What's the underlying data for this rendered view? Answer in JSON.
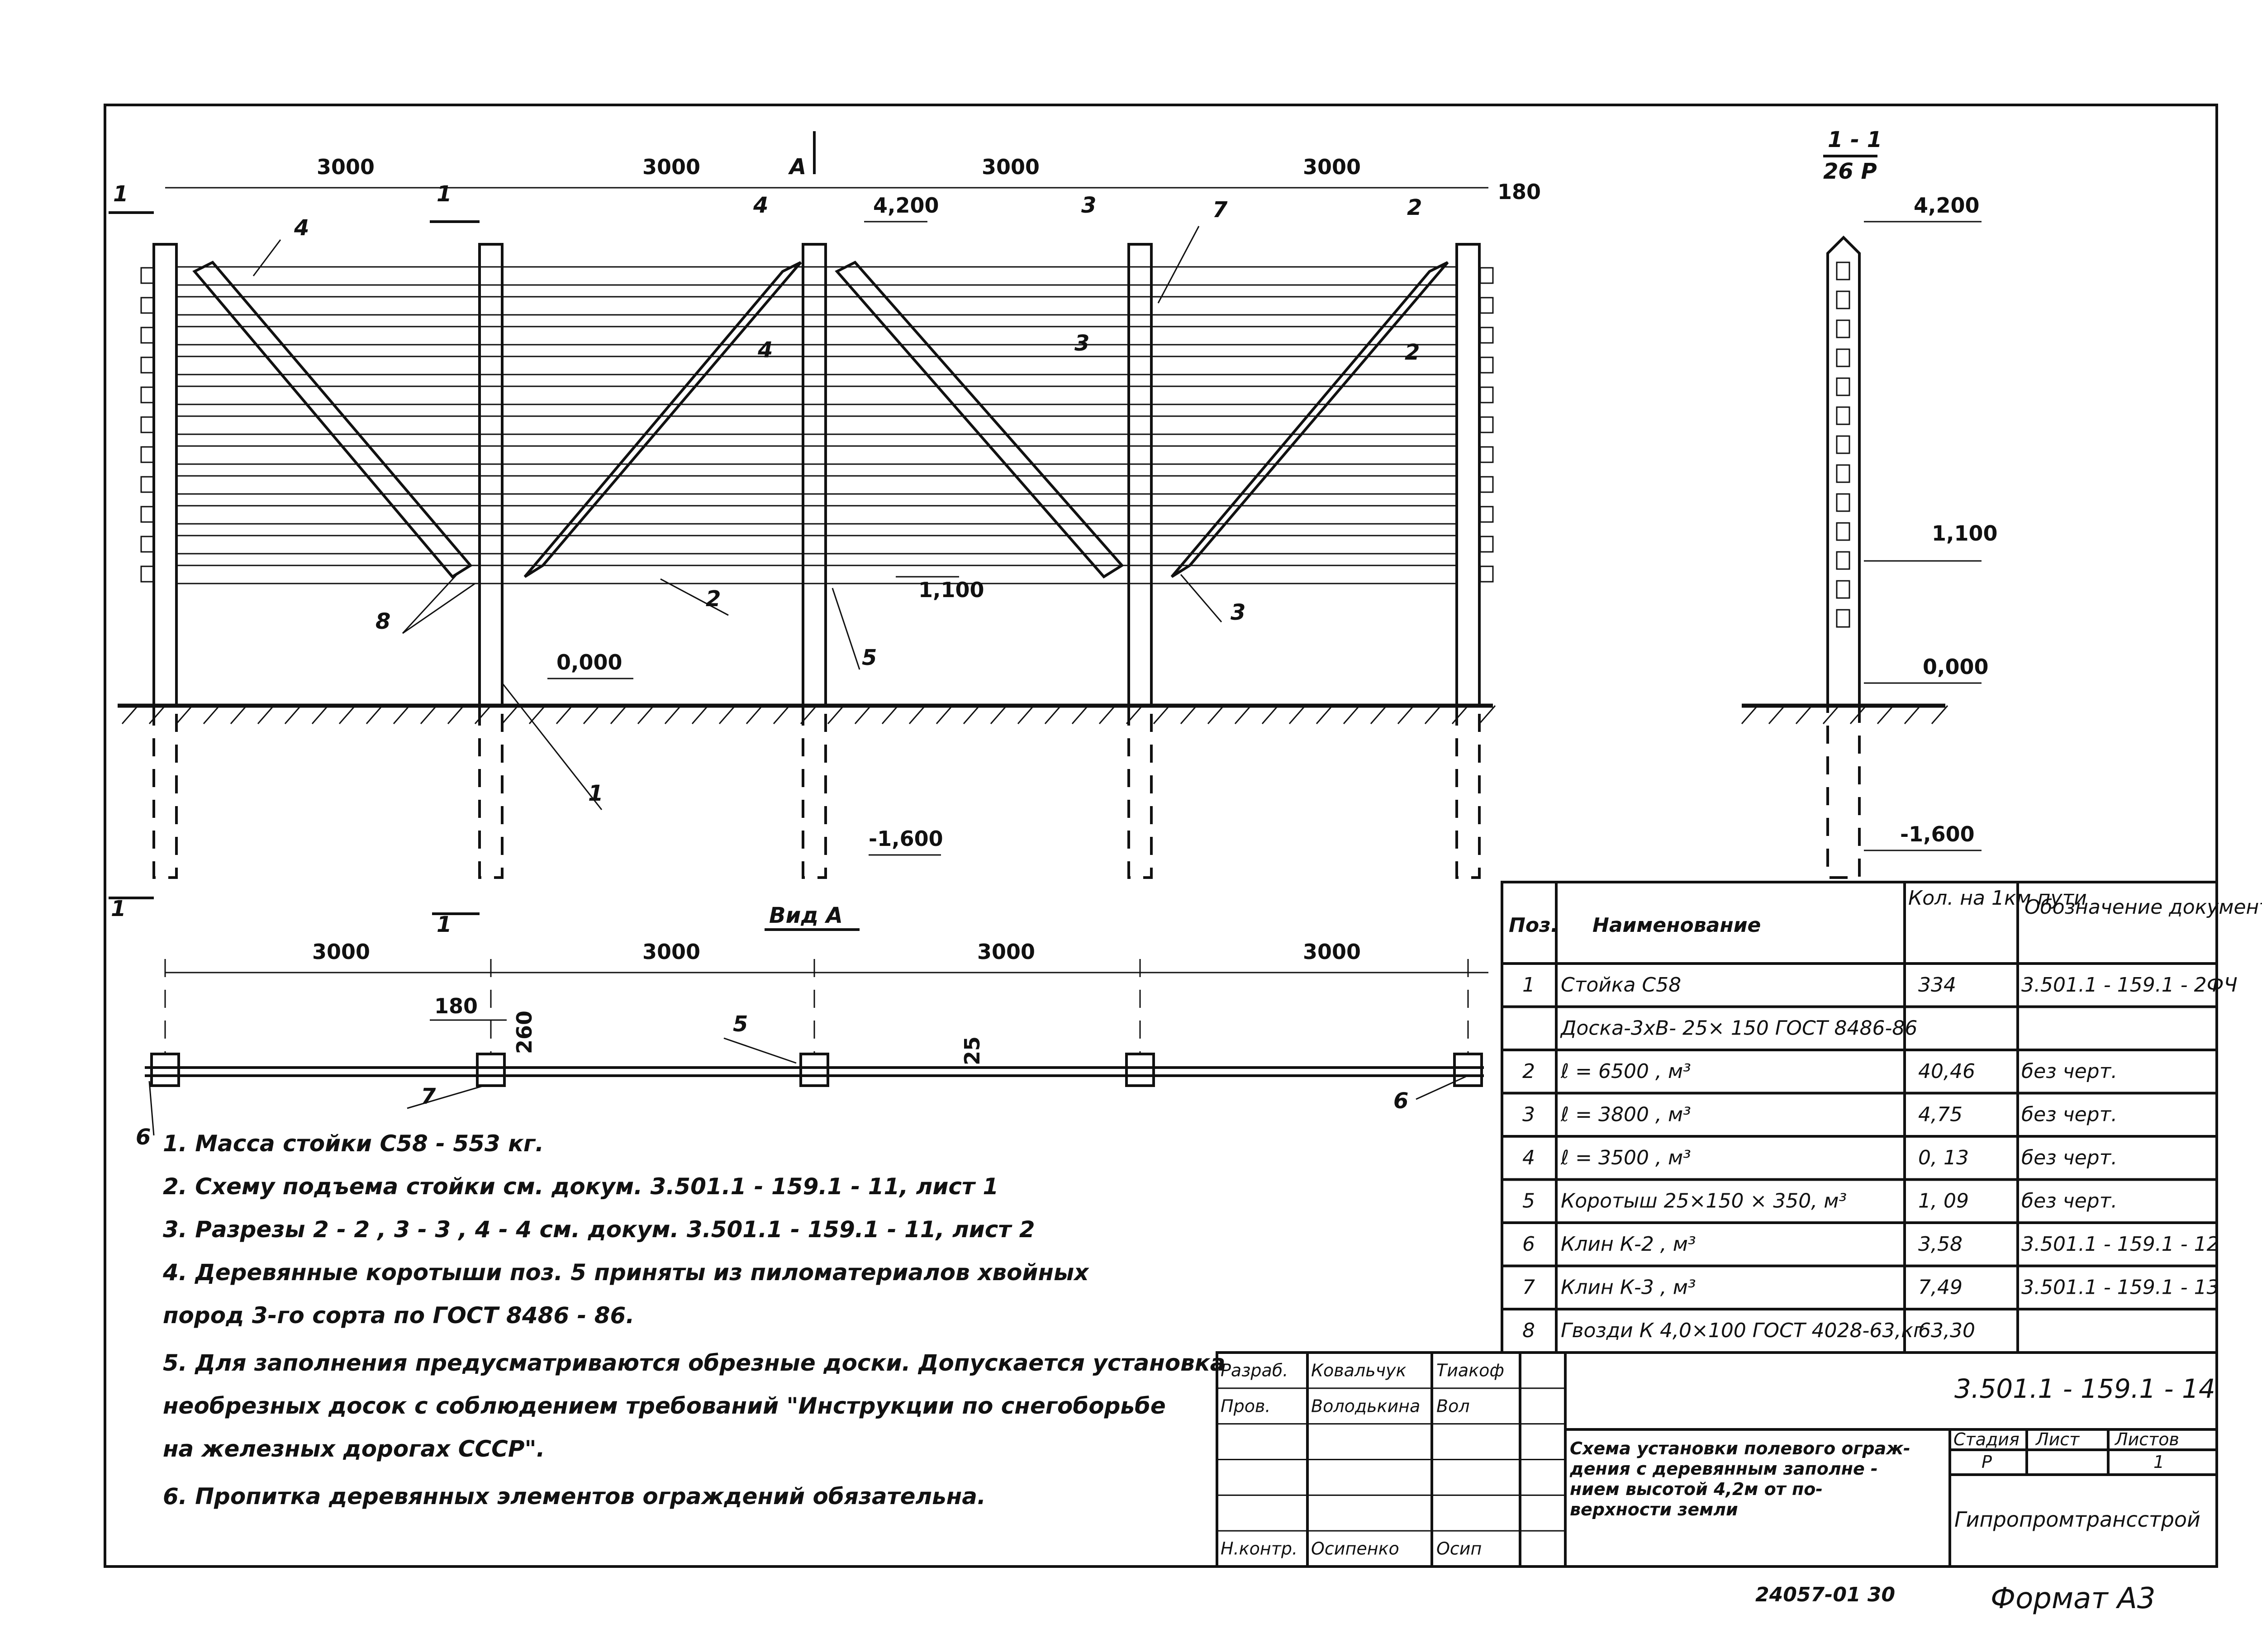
{
  "elevation": {
    "spans": [
      "3000",
      "3000",
      "3000",
      "3000"
    ],
    "end_dim": "180",
    "view_mark": "А",
    "levels": {
      "top": "4,200",
      "mid": "1,100",
      "ground": "0,000",
      "bottom": "-1,600"
    },
    "section_marks": [
      "1",
      "1",
      "4",
      "4",
      "3",
      "3",
      "2",
      "2",
      "1",
      "1"
    ],
    "positions": [
      "4",
      "7",
      "2",
      "8",
      "5",
      "3",
      "1"
    ]
  },
  "section": {
    "title": "1 - 1",
    "scale": "26 Р",
    "levels": {
      "top": "4,200",
      "mid": "1,100",
      "ground": "0,000",
      "bottom": "-1,600"
    }
  },
  "plan": {
    "title": "Вид А",
    "spans": [
      "3000",
      "3000",
      "3000",
      "3000"
    ],
    "dims": [
      "180",
      "260",
      "25"
    ],
    "positions": [
      "5",
      "7",
      "6",
      "6"
    ]
  },
  "notes": [
    "1. Масса стойки  С58 - 553 кг.",
    "2. Схему подъема стойки см. докум. 3.501.1 - 159.1 - 11,  лист 1",
    "3. Разрезы  2 - 2 ,  3 - 3 ,  4 - 4  см. докум. 3.501.1 - 159.1 - 11,  лист 2",
    "4. Деревянные коротыши  поз. 5  приняты из пиломатериалов хвойных",
    "    пород 3-го  сорта  по  ГОСТ  8486 - 86.",
    "5. Для заполнения предусматриваются обрезные доски. Допускается установка",
    "    необрезных досок с соблюдением требований \"Инструкции по снегоборьбе",
    "    на железных дорогах СССР\".",
    "6. Пропитка деревянных элементов ограждений обязательна."
  ],
  "spec_table": {
    "headers": [
      "Поз.",
      "Наименование",
      "Кол. на 1км пути",
      "Обозначение документа"
    ],
    "rows": [
      {
        "pos": "1",
        "name": "Стойка           С58",
        "qty": "334",
        "doc": "3.501.1 - 159.1 - 2ФЧ"
      },
      {
        "pos": "",
        "name": "Доска-3хВ- 25× 150  ГОСТ 8486-86",
        "qty": "",
        "doc": ""
      },
      {
        "pos": "2",
        "name": "ℓ = 6500 ,  м³",
        "qty": "40,46",
        "doc": "без черт."
      },
      {
        "pos": "3",
        "name": "ℓ = 3800 ,  м³",
        "qty": "4,75",
        "doc": "без черт."
      },
      {
        "pos": "4",
        "name": "ℓ = 3500 ,  м³",
        "qty": "0, 13",
        "doc": "без черт."
      },
      {
        "pos": "5",
        "name": "Коротыш  25×150 × 350,  м³",
        "qty": "1, 09",
        "doc": "без черт."
      },
      {
        "pos": "6",
        "name": "Клин   К-2 ,  м³",
        "qty": "3,58",
        "doc": "3.501.1 - 159.1 - 12"
      },
      {
        "pos": "7",
        "name": "Клин   К-3 ,  м³",
        "qty": "7,49",
        "doc": "3.501.1 - 159.1 - 13"
      },
      {
        "pos": "8",
        "name": "Гвозди К 4,0×100 ГОСТ 4028-63,кг",
        "qty": "63,30",
        "doc": ""
      }
    ]
  },
  "title_block": {
    "roles": [
      {
        "role": "Разраб.",
        "name": "Ковальчук",
        "sign": "Тиакоф"
      },
      {
        "role": "Пров.",
        "name": "Володькина",
        "sign": "Вол"
      },
      {
        "role": "",
        "name": "",
        "sign": ""
      },
      {
        "role": "",
        "name": "",
        "sign": ""
      },
      {
        "role": "",
        "name": "",
        "sign": ""
      },
      {
        "role": "Н.контр.",
        "name": "Осипенко",
        "sign": "Осип"
      }
    ],
    "doc_code": "3.501.1 - 159.1 - 14",
    "description": [
      "Схема установки полевого ограж-",
      "дения с деревянным заполне -",
      "нием высотой 4,2м от по-",
      "верхности  земли"
    ],
    "stage_label": "Стадия",
    "sheet_label": "Лист",
    "sheets_label": "Листов",
    "stage": "Р",
    "sheet": "",
    "sheets": "1",
    "org": "Гипропромтрансстрой"
  },
  "footer": {
    "archive": "24057-01   30",
    "format": "Формат А3"
  }
}
